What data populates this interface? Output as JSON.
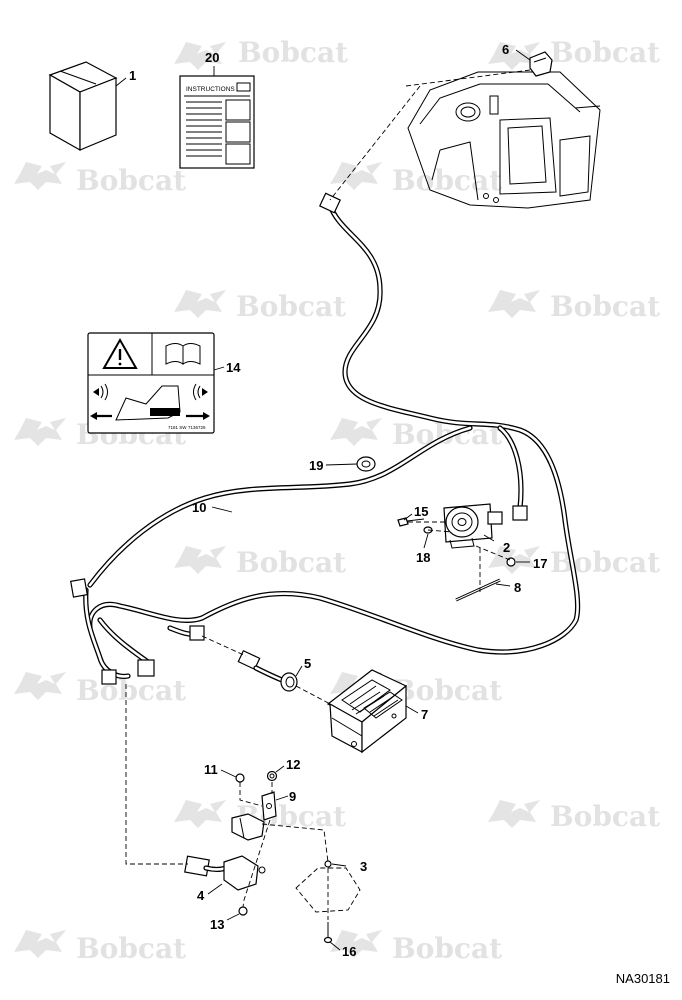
{
  "watermark": {
    "text": "Bobcat"
  },
  "drawing_number": "NA30181",
  "instructions_label": "INSTRUCTIONS",
  "decal_codes": {
    "left": "7181 SW",
    "right": "7136726"
  },
  "callouts": {
    "c1": "1",
    "c2": "2",
    "c3": "3",
    "c4": "4",
    "c5": "5",
    "c6": "6",
    "c7": "7",
    "c8": "8",
    "c9": "9",
    "c10": "10",
    "c11": "11",
    "c12": "12",
    "c13": "13",
    "c14": "14",
    "c15": "15",
    "c16": "16",
    "c17": "17",
    "c18": "18",
    "c19": "19",
    "c20": "20"
  }
}
